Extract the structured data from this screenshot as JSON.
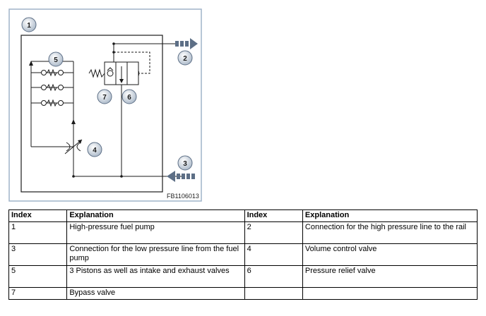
{
  "figure": {
    "code": "FB1106013",
    "callouts": [
      "1",
      "2",
      "3",
      "4",
      "5",
      "6",
      "7"
    ]
  },
  "table": {
    "headers": [
      "Index",
      "Explanation",
      "Index",
      "Explanation"
    ],
    "rows": [
      [
        "1",
        "High-pressure fuel pump",
        "2",
        "Connection for the high pressure line to the rail"
      ],
      [
        "3",
        "Connection for the low pressure line from the fuel pump",
        "4",
        "Volume control valve"
      ],
      [
        "5",
        "3 Pistons as well as intake and exhaust valves",
        "6",
        "Pressure relief valve"
      ],
      [
        "7",
        "Bypass valve",
        "",
        ""
      ]
    ]
  },
  "colors": {
    "frame": "#9fb4c8",
    "line": "#1a1a1a",
    "callout_fill": "#c9d3de",
    "arrow_fill": "#5d6f86"
  }
}
